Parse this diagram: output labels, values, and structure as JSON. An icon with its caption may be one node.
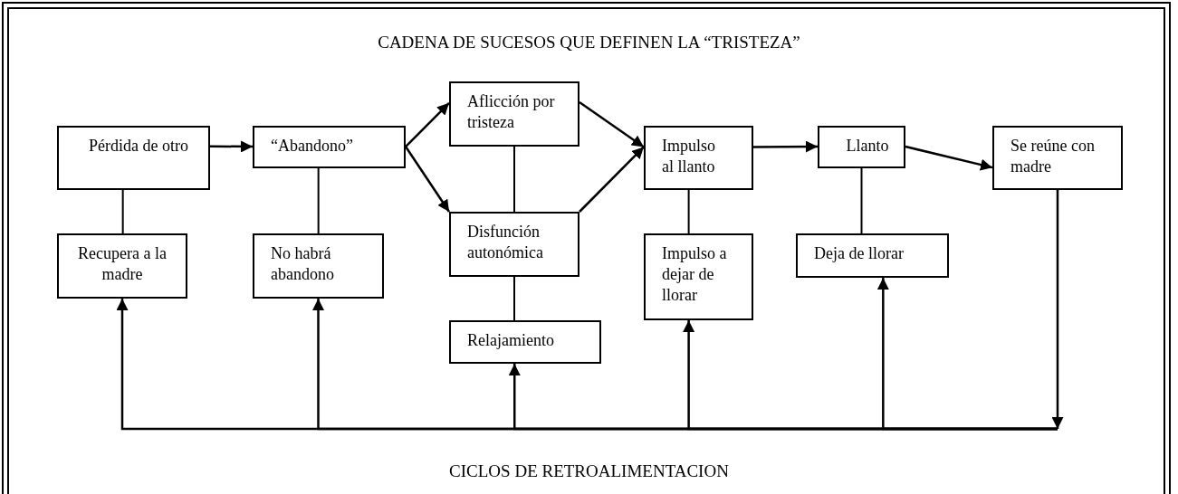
{
  "diagram": {
    "title": "CADENA DE SUCESOS QUE DEFINEN LA “TRISTEZA”",
    "nodes": [
      {
        "text": [
          "Pérdida de otro"
        ]
      },
      {
        "text": [
          "“Abandono”"
        ]
      },
      {
        "text": [
          "Aflicción por tristeza"
        ]
      },
      {
        "text": [
          "Disfunción autonómica"
        ]
      },
      {
        "text": [
          "Relajamiento"
        ]
      },
      {
        "text": [
          "Impulso al llanto"
        ]
      },
      {
        "text": [
          "Llanto"
        ]
      },
      {
        "text": [
          "Se reúne con madre"
        ]
      },
      {
        "text": [
          "Recupera a la madre"
        ]
      },
      {
        "text": [
          "No habrá abandono"
        ]
      },
      {
        "text": [
          "Impulso a dejar de llorar"
        ]
      },
      {
        "text": [
          "Deja de llorar"
        ]
      }
    ],
    "edges": [
      {
        "from": 0,
        "to": 1,
        "arrow": "to"
      },
      {
        "from": 1,
        "to": 2,
        "arrow": "to"
      },
      {
        "from": 1,
        "to": 3,
        "arrow": "to"
      },
      {
        "from": 2,
        "to": 5,
        "arrow": "to"
      },
      {
        "from": 3,
        "to": 5,
        "arrow": "to"
      },
      {
        "from": 5,
        "to": 6,
        "arrow": "to"
      },
      {
        "from": 6,
        "to": 7,
        "arrow": "to"
      },
      {
        "from": 0,
        "to": 8,
        "arrow": "none"
      },
      {
        "from": 1,
        "to": 9,
        "arrow": "none"
      },
      {
        "from": 2,
        "to": 3,
        "arrow": "none"
      },
      {
        "from": 3,
        "to": 4,
        "arrow": "none"
      },
      {
        "from": 5,
        "to": 10,
        "arrow": "none"
      },
      {
        "from": 6,
        "to": 11,
        "arrow": "none"
      },
      {
        "from": 7,
        "to": 8,
        "arrow": "to"
      },
      {
        "from": 7,
        "to": 9,
        "arrow": "to"
      },
      {
        "from": 7,
        "to": 4,
        "arrow": "to"
      },
      {
        "from": 7,
        "to": 10,
        "arrow": "to"
      },
      {
        "from": 7,
        "to": 11,
        "arrow": "to"
      }
    ],
    "labels": [
      "CICLOS DE RETROALIMENTACION"
    ]
  }
}
